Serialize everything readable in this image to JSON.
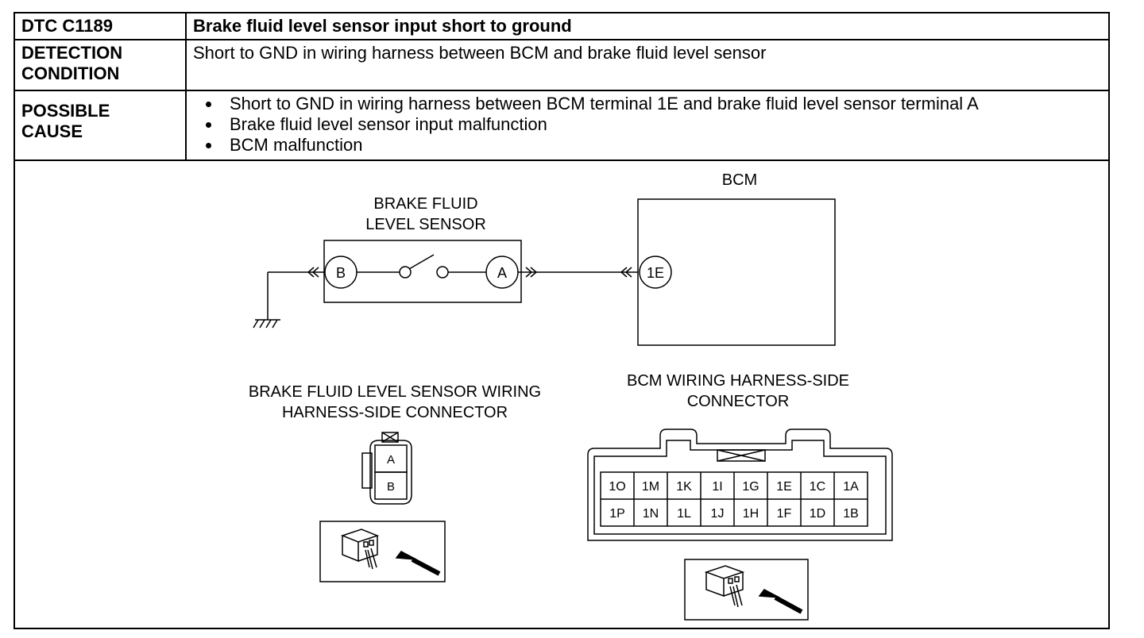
{
  "table": {
    "dtc_label": "DTC C1189",
    "dtc_title": "Brake fluid level sensor input short to ground",
    "detection_label_1": "DETECTION",
    "detection_label_2": "CONDITION",
    "detection_text": "Short to GND in wiring harness between BCM and brake fluid level sensor",
    "cause_label_1": "POSSIBLE",
    "cause_label_2": "CAUSE",
    "causes": [
      "Short to GND in wiring harness between BCM terminal 1E and brake fluid level sensor terminal A",
      "Brake fluid level sensor input malfunction",
      "BCM malfunction"
    ]
  },
  "diagram": {
    "sensor_label_1": "BRAKE FLUID",
    "sensor_label_2": "LEVEL SENSOR",
    "bcm_label": "BCM",
    "terminal_b": "B",
    "terminal_a": "A",
    "terminal_1e": "1E",
    "sensor_connector_label_1": "BRAKE FLUID LEVEL SENSOR WIRING",
    "sensor_connector_label_2": "HARNESS-SIDE CONNECTOR",
    "bcm_connector_label_1": "BCM WIRING HARNESS-SIDE",
    "bcm_connector_label_2": "CONNECTOR",
    "sensor_pins": [
      "A",
      "B"
    ],
    "bcm_pins_top": [
      "1O",
      "1M",
      "1K",
      "1I",
      "1G",
      "1E",
      "1C",
      "1A"
    ],
    "bcm_pins_bottom": [
      "1P",
      "1N",
      "1L",
      "1J",
      "1H",
      "1F",
      "1D",
      "1B"
    ]
  }
}
